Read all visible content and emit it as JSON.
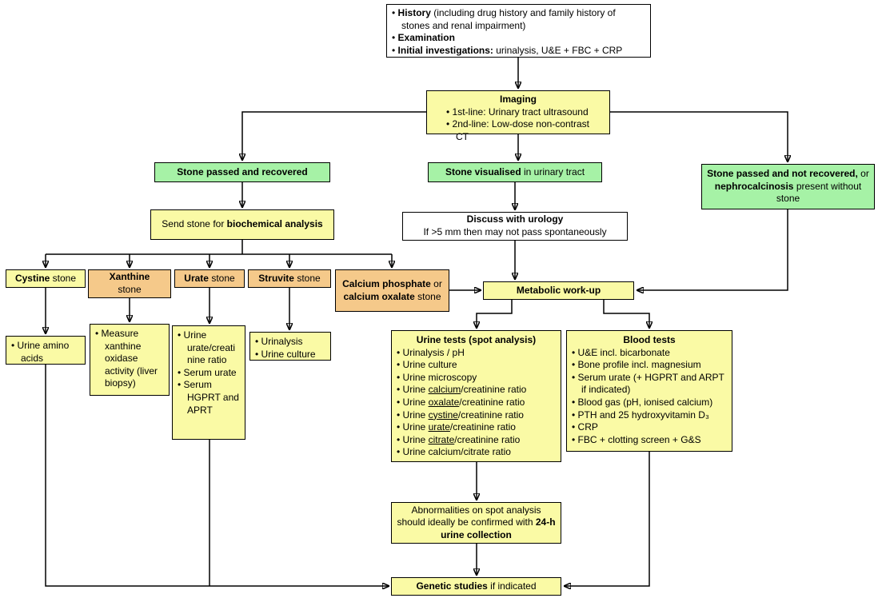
{
  "colors": {
    "green": "#a6f2a6",
    "yellow": "#fafaa5",
    "orange": "#f5c98a",
    "white": "#ffffff",
    "line": "#000000"
  },
  "history": {
    "bullets": [
      [
        {
          "t": "History",
          "b": true
        },
        {
          "t": " (including drug history and family history of stones and renal impairment)"
        }
      ],
      [
        {
          "t": "Examination",
          "b": true
        }
      ],
      [
        {
          "t": "Initial investigations:",
          "b": true
        },
        {
          "t": " urinalysis, U&E + FBC + CRP"
        }
      ]
    ]
  },
  "imaging": {
    "title": "Imaging",
    "bullets": [
      "1st-line: Urinary tract ultrasound",
      "2nd-line: Low-dose non-contrast CT"
    ]
  },
  "branches": {
    "recovered": [
      {
        "t": "Stone passed and recovered",
        "b": true
      }
    ],
    "visualised": [
      {
        "t": "Stone visualised",
        "b": true
      },
      {
        "t": " in urinary tract"
      }
    ],
    "not_recovered": [
      {
        "t": "Stone passed and not recovered,",
        "b": true
      },
      {
        "t": " or "
      },
      {
        "t": "nephrocalcinosis",
        "b": true
      },
      {
        "t": " present without stone"
      }
    ]
  },
  "send_stone": [
    {
      "t": "Send stone for "
    },
    {
      "t": "biochemical analysis",
      "b": true
    }
  ],
  "discuss": {
    "line1": "Discuss with urology",
    "line2": "If >5 mm then may not pass spontaneously"
  },
  "stones": {
    "cystine": [
      {
        "t": "Cystine",
        "b": true
      },
      {
        "t": " stone"
      }
    ],
    "xanthine": [
      {
        "t": "Xanthine",
        "b": true
      },
      {
        "t": " stone"
      }
    ],
    "urate": [
      {
        "t": "Urate",
        "b": true
      },
      {
        "t": " stone"
      }
    ],
    "struvite": [
      {
        "t": "Struvite",
        "b": true
      },
      {
        "t": " stone"
      }
    ],
    "calcium": [
      {
        "t": "Calcium phosphate",
        "b": true
      },
      {
        "t": " or "
      },
      {
        "t": "calcium oxalate",
        "b": true
      },
      {
        "t": " stone"
      }
    ]
  },
  "metabolic": "Metabolic work-up",
  "stone_tests": {
    "cystine": [
      "Urine amino acids"
    ],
    "xanthine": [
      "Measure xanthine oxidase activity (liver biopsy)"
    ],
    "urate": [
      "Urine urate/creatinine ratio",
      "Serum urate",
      "Serum HGPRT and APRT"
    ],
    "struvite": [
      "Urinalysis",
      "Urine culture"
    ]
  },
  "urine_tests": {
    "title": "Urine tests (spot analysis)",
    "items": [
      [
        {
          "t": "Urinalysis / pH"
        }
      ],
      [
        {
          "t": "Urine culture"
        }
      ],
      [
        {
          "t": "Urine microscopy"
        }
      ],
      [
        {
          "t": "Urine "
        },
        {
          "t": "calcium",
          "u": true
        },
        {
          "t": "/creatinine ratio"
        }
      ],
      [
        {
          "t": "Urine "
        },
        {
          "t": "oxalate",
          "u": true
        },
        {
          "t": "/creatinine ratio"
        }
      ],
      [
        {
          "t": "Urine "
        },
        {
          "t": "cystine",
          "u": true
        },
        {
          "t": "/creatinine ratio"
        }
      ],
      [
        {
          "t": "Urine "
        },
        {
          "t": "urate",
          "u": true
        },
        {
          "t": "/creatinine ratio"
        }
      ],
      [
        {
          "t": "Urine "
        },
        {
          "t": "citrate",
          "u": true
        },
        {
          "t": "/creatinine ratio"
        }
      ],
      [
        {
          "t": "Urine calcium/citrate ratio"
        }
      ]
    ]
  },
  "blood_tests": {
    "title": "Blood tests",
    "items": [
      "U&E incl. bicarbonate",
      "Bone profile incl. magnesium",
      "Serum urate (+ HGPRT and ARPT if indicated)",
      "Blood gas (pH, ionised calcium)",
      "PTH and 25 hydroxyvitamin D₃",
      "CRP",
      "FBC + clotting screen + G&S"
    ]
  },
  "abnormalities": [
    {
      "t": "Abnormalities on spot analysis should ideally be confirmed with "
    },
    {
      "t": "24-h urine collection",
      "b": true
    }
  ],
  "genetic": [
    {
      "t": "Genetic studies",
      "b": true
    },
    {
      "t": " if indicated"
    }
  ]
}
